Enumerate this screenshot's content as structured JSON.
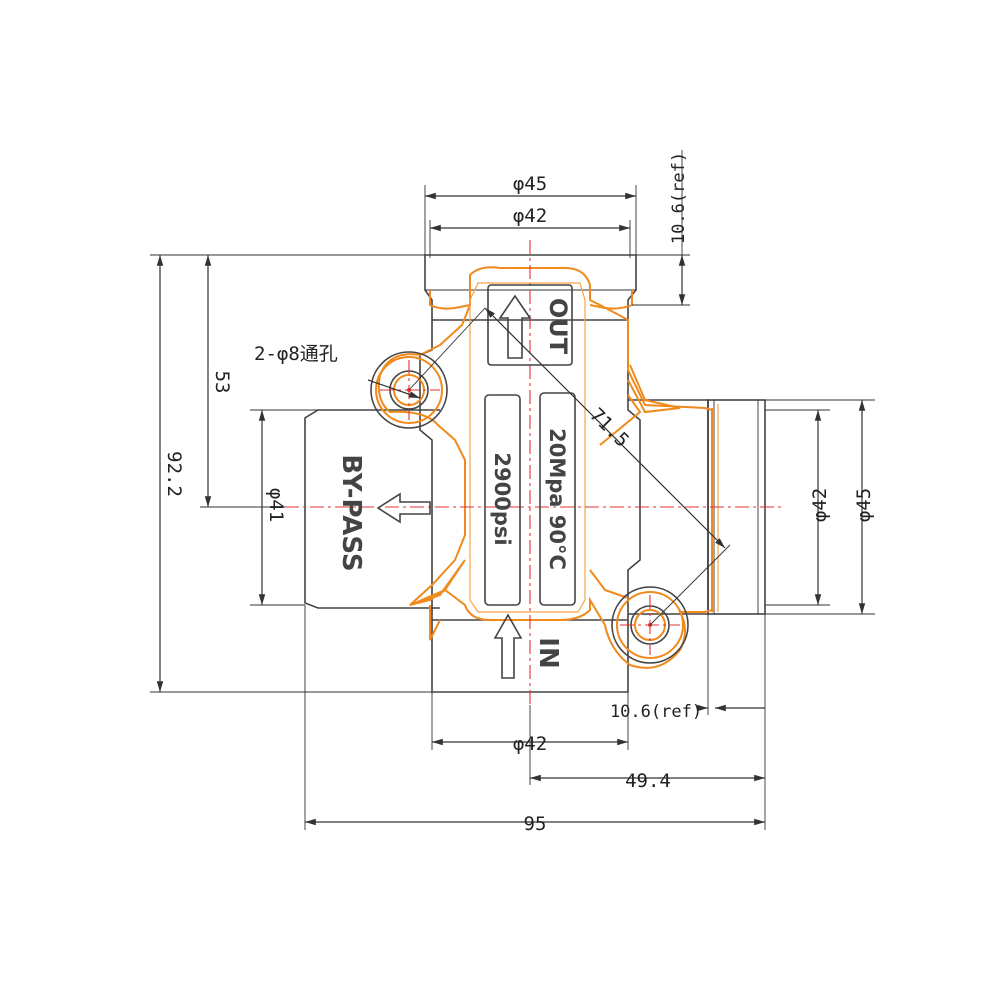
{
  "colors": {
    "outline": "#444444",
    "highlight": "#f08a1c",
    "centerline": "#e53030",
    "dimension": "#333333"
  },
  "dimensions": {
    "top_outer_dia": "φ45",
    "top_inner_dia": "φ42",
    "top_ref_length": "10.6(ref)",
    "height_53": "53",
    "height_total": "92.2",
    "left_dia": "φ41",
    "right_inner_dia": "φ42",
    "right_outer_dia": "φ45",
    "diag_length": "71.5",
    "right_ref_length": "10.6(ref)",
    "bottom_dia": "φ42",
    "width_49": "49.4",
    "width_total": "95",
    "hole_callout": "2-φ8通孔"
  },
  "markings": {
    "out": "OUT",
    "in": "IN",
    "bypass": "BY-PASS",
    "pressure_mpa": "20Mpa 90°C",
    "pressure_psi": "2900psi"
  }
}
